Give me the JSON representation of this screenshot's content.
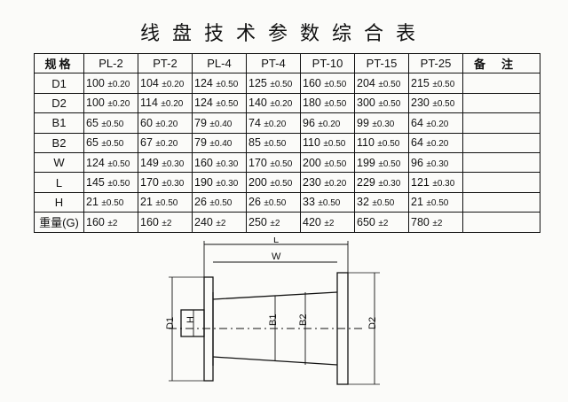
{
  "title": "线盘技术参数综合表",
  "table": {
    "header": {
      "corner": "规格",
      "models": [
        "PL-2",
        "PT-2",
        "PL-4",
        "PT-4",
        "PT-10",
        "PT-15",
        "PT-25"
      ],
      "note": "备注"
    },
    "rows": [
      {
        "label": "D1",
        "cells": [
          {
            "v": "100",
            "t": "±0.20"
          },
          {
            "v": "104",
            "t": "±0.20"
          },
          {
            "v": "124",
            "t": "±0.50"
          },
          {
            "v": "125",
            "t": "±0.50"
          },
          {
            "v": "160",
            "t": "±0.50"
          },
          {
            "v": "204",
            "t": "±0.50"
          },
          {
            "v": "215",
            "t": "±0.50"
          }
        ]
      },
      {
        "label": "D2",
        "cells": [
          {
            "v": "100",
            "t": "±0.20"
          },
          {
            "v": "114",
            "t": "±0.20"
          },
          {
            "v": "124",
            "t": "±0.50"
          },
          {
            "v": "140",
            "t": "±0.20"
          },
          {
            "v": "180",
            "t": "±0.50"
          },
          {
            "v": "300",
            "t": "±0.50"
          },
          {
            "v": "230",
            "t": "±0.50"
          }
        ]
      },
      {
        "label": "B1",
        "cells": [
          {
            "v": "65",
            "t": "±0.50"
          },
          {
            "v": "60",
            "t": "±0.20"
          },
          {
            "v": "79",
            "t": "±0.40"
          },
          {
            "v": "74",
            "t": "±0.20"
          },
          {
            "v": "96",
            "t": "±0.20"
          },
          {
            "v": "99",
            "t": "±0.30"
          },
          {
            "v": "64",
            "t": "±0.20"
          }
        ]
      },
      {
        "label": "B2",
        "cells": [
          {
            "v": "65",
            "t": "±0.50"
          },
          {
            "v": "67",
            "t": "±0.20"
          },
          {
            "v": "79",
            "t": "±0.40"
          },
          {
            "v": "85",
            "t": "±0.50"
          },
          {
            "v": "110",
            "t": "±0.50"
          },
          {
            "v": "110",
            "t": "±0.50"
          },
          {
            "v": "64",
            "t": "±0.20"
          }
        ]
      },
      {
        "label": "W",
        "cells": [
          {
            "v": "124",
            "t": "±0.50"
          },
          {
            "v": "149",
            "t": "±0.30"
          },
          {
            "v": "160",
            "t": "±0.30"
          },
          {
            "v": "170",
            "t": "±0.50"
          },
          {
            "v": "200",
            "t": "±0.50"
          },
          {
            "v": "199",
            "t": "±0.50"
          },
          {
            "v": "96",
            "t": "±0.30"
          }
        ]
      },
      {
        "label": "L",
        "cells": [
          {
            "v": "145",
            "t": "±0.50"
          },
          {
            "v": "170",
            "t": "±0.30"
          },
          {
            "v": "190",
            "t": "±0.30"
          },
          {
            "v": "200",
            "t": "±0.50"
          },
          {
            "v": "230",
            "t": "±0.20"
          },
          {
            "v": "229",
            "t": "±0.30"
          },
          {
            "v": "121",
            "t": "±0.30"
          }
        ]
      },
      {
        "label": "H",
        "cells": [
          {
            "v": "21",
            "t": "±0.50"
          },
          {
            "v": "21",
            "t": "±0.50"
          },
          {
            "v": "26",
            "t": "±0.50"
          },
          {
            "v": "26",
            "t": "±0.50"
          },
          {
            "v": "33",
            "t": "±0.50"
          },
          {
            "v": "32",
            "t": "±0.50"
          },
          {
            "v": "21",
            "t": "±0.50"
          }
        ]
      },
      {
        "label": "重量(G)",
        "cells": [
          {
            "v": "160",
            "t": "±2"
          },
          {
            "v": "160",
            "t": "±2"
          },
          {
            "v": "240",
            "t": "±2"
          },
          {
            "v": "250",
            "t": "±2"
          },
          {
            "v": "420",
            "t": "±2"
          },
          {
            "v": "650",
            "t": "±2"
          },
          {
            "v": "780",
            "t": "±2"
          }
        ]
      }
    ]
  },
  "drawing": {
    "labels": {
      "L": "L",
      "W": "W",
      "D1": "D1",
      "D2": "D2",
      "B1": "B1",
      "B2": "B2",
      "H": "H"
    }
  }
}
